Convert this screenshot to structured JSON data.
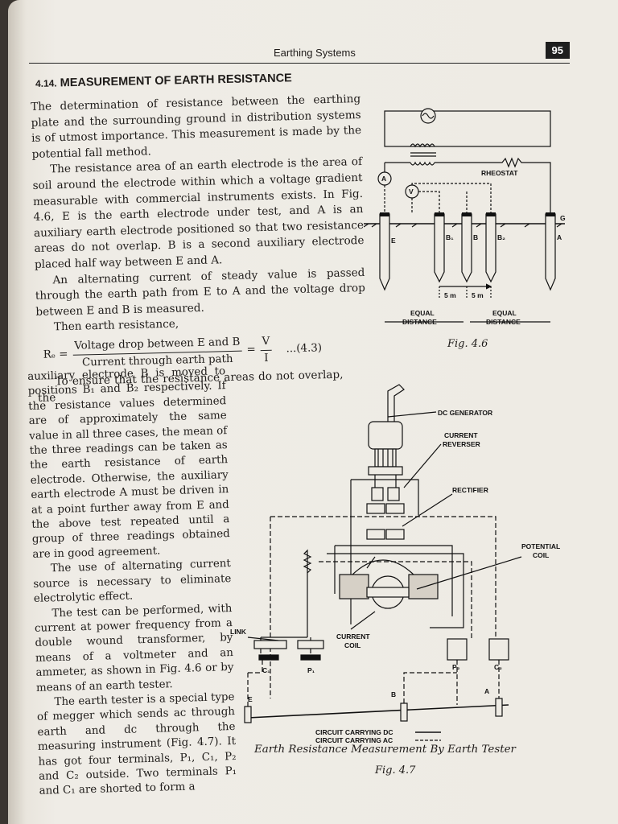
{
  "header": {
    "running_head": "Earthing Systems",
    "page_number": "95"
  },
  "section": {
    "number": "4.14.",
    "title": "MEASUREMENT OF EARTH RESISTANCE"
  },
  "paragraphs": {
    "p1": "The determination of resistance between the earthing plate and the surrounding ground in distribution systems is of utmost importance. This measurement is made by the potential fall method.",
    "p2": "The resistance area of an earth electrode is the area of soil around the electrode within which a voltage gradient measurable with commercial instruments exists. In Fig. 4.6, E is the earth electrode under test, and A is an auxiliary earth electrode positioned so that two resistance areas do not overlap. B is a second auxiliary electrode placed half way between E and A.",
    "p3": "An alternating current of steady value is passed through the earth path from E to A and the voltage drop between E and B is measured.",
    "p4": "Then earth resistance,",
    "p5": "To ensure that the resistance areas do not overlap, the auxiliary electrode B is moved to positions B₁ and B₂ respectively. If the resistance values determined are of approximately the same value in all three cases, the mean of the three readings can be taken as the earth resistance of earth electrode. Otherwise, the auxiliary earth electrode A must be driven in at a point further away from E and the above test repeated until a group of three readings obtained are in good agreement.",
    "p6": "The use of alternating current source is necessary to eliminate electrolytic effect.",
    "p7": "The test can be performed, with current at power frequency from a double wound transformer, by means of a voltmeter and an ammeter, as shown in Fig. 4.6 or by means of an earth tester.",
    "p8": "The earth tester is a special type of megger which sends ac through earth and dc through the measuring instrument (Fig. 4.7). It has got four terminals, P₁, C₁, P₂ and C₂ outside. Two terminals P₁ and C₁ are shorted to form a"
  },
  "formula": {
    "lhs": "Rₑ =",
    "num": "Voltage drop between E and B",
    "den": "Current through earth path",
    "eq": "=",
    "v": "V",
    "i": "I",
    "ref": "...(4.3)"
  },
  "fig46": {
    "caption": "Fig. 4.6",
    "labels": {
      "rheostat": "RHEOSTAT",
      "a_meter": "A",
      "v_meter": "V",
      "e": "E",
      "b1": "B₁",
      "b": "B",
      "b2": "B₂",
      "a": "A",
      "g": "G",
      "d1": "5 m",
      "d2": "5 m",
      "eq1a": "EQUAL",
      "eq1b": "DISTANCE",
      "eq2a": "EQUAL",
      "eq2b": "DISTANCE"
    }
  },
  "fig47": {
    "title": "Earth Resistance Measurement By Earth Tester",
    "caption": "Fig. 4.7",
    "labels": {
      "dc_gen": "DC GENERATOR",
      "cur_rev1": "CURRENT",
      "cur_rev2": "REVERSER",
      "rectifier": "RECTIFIER",
      "pot_coil1": "POTENTIAL",
      "pot_coil2": "COIL",
      "cur_coil1": "CURRENT",
      "cur_coil2": "COIL",
      "link": "LINK",
      "c1": "C₁",
      "p1": "P₁",
      "p2": "P₂",
      "c2": "C₂",
      "e": "E",
      "b": "B",
      "a": "A",
      "legend_dc": "CIRCUIT CARRYING DC",
      "legend_ac": "CIRCUIT CARRYING AC"
    }
  }
}
